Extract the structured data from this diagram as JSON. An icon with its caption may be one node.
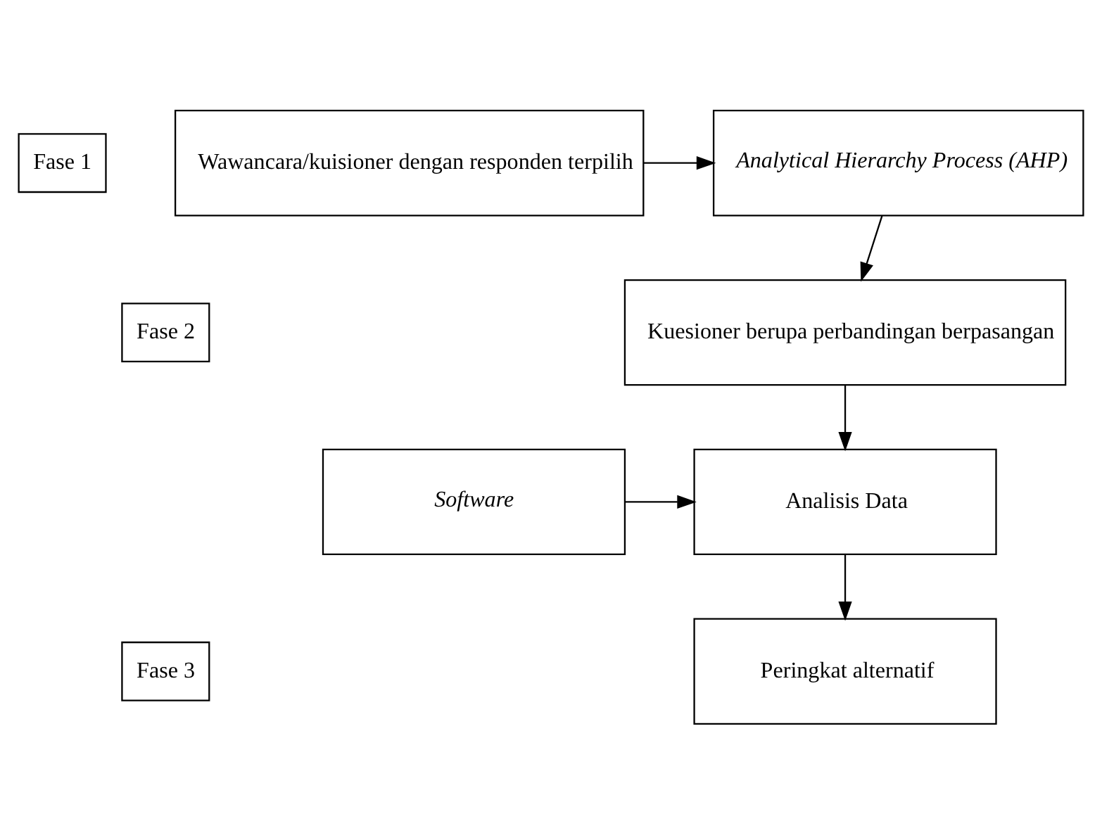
{
  "diagram": {
    "nodes": [
      {
        "text": [
          "Fase 1"
        ]
      },
      {
        "text": [
          "Analytical Hierarchy Process (AHP)"
        ]
      },
      {
        "text": [
          "Wawancara/kuisioner dengan responden terpilih"
        ]
      },
      {
        "text": [
          "Kuesioner berupa perbandingan berpasangan"
        ]
      },
      {
        "text": [
          "Fase 2"
        ]
      },
      {
        "text": [
          "Analisis Data"
        ]
      },
      {
        "text": [
          "Software"
        ]
      },
      {
        "text": [
          "Fase 3"
        ]
      },
      {
        "text": [
          "Peringkat alternatif"
        ]
      }
    ],
    "edges": [
      {
        "from": 2,
        "to": 1,
        "arrow": "to"
      },
      {
        "from": 1,
        "to": 3,
        "arrow": "to"
      },
      {
        "from": 3,
        "to": 5,
        "arrow": "to"
      },
      {
        "from": 6,
        "to": 5,
        "arrow": "to"
      },
      {
        "from": 5,
        "to": 8,
        "arrow": "to"
      }
    ]
  }
}
